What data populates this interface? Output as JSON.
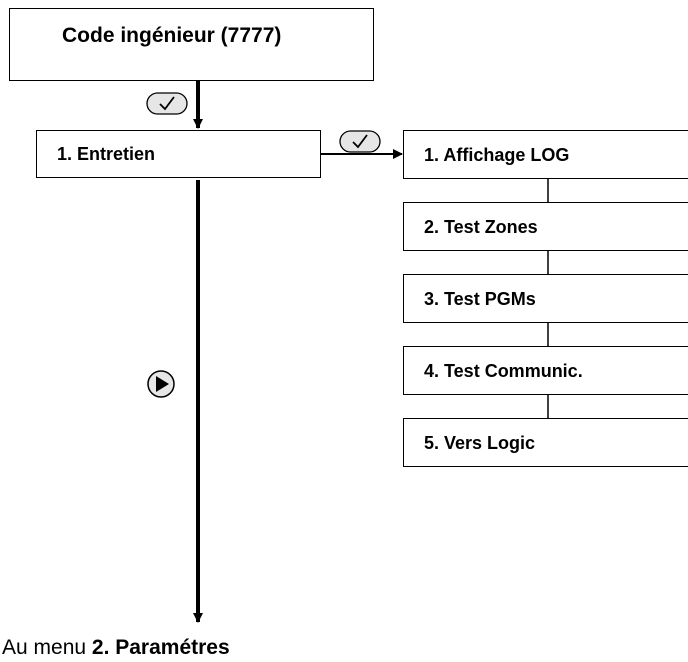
{
  "header_box": {
    "label": "Code ingénieur (7777)"
  },
  "main_box": {
    "label": "1. Entretien"
  },
  "submenu": [
    {
      "label": "1. Affichage LOG"
    },
    {
      "label": "2. Test Zones"
    },
    {
      "label": "3. Test PGMs"
    },
    {
      "label": "4. Test Communic."
    },
    {
      "label": "5. Vers Logic"
    }
  ],
  "icons": {
    "confirm": "checkmark-icon",
    "next": "play-icon"
  },
  "caption": {
    "prefix": "Au menu ",
    "target": "2. Paramétres"
  }
}
